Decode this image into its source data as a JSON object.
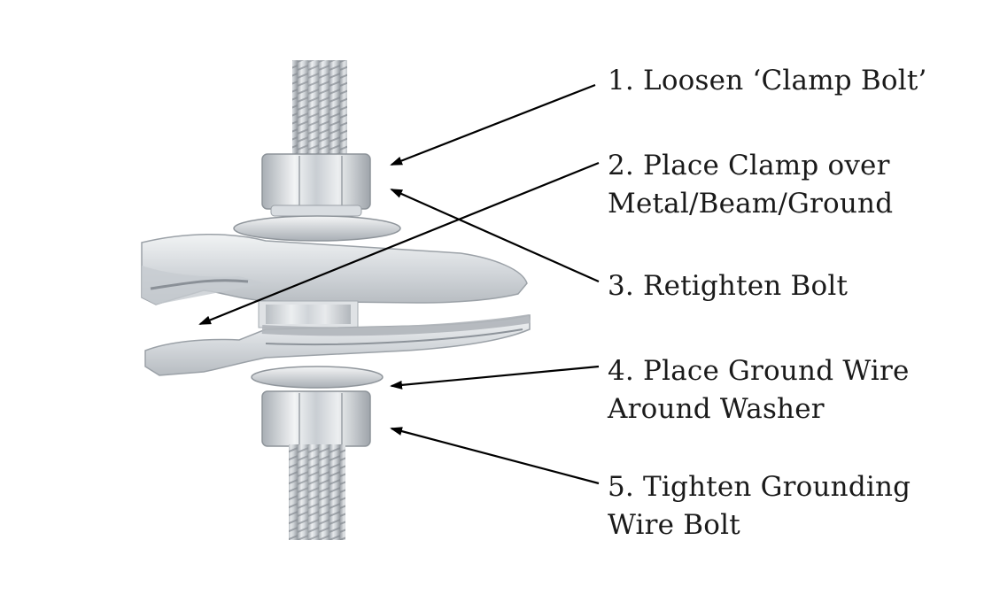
{
  "steps": [
    {
      "lines": [
        "1. Loosen ‘Clamp Bolt’"
      ]
    },
    {
      "lines": [
        "2. Place Clamp over",
        "Metal/Beam/Ground"
      ]
    },
    {
      "lines": [
        "3. Retighten Bolt"
      ]
    },
    {
      "lines": [
        "4. Place Ground Wire",
        "Around Washer"
      ]
    },
    {
      "lines": [
        "5. Tighten Grounding",
        "Wire Bolt"
      ]
    }
  ],
  "colors": {
    "text": "#1a1a1a",
    "arrow": "#000000",
    "metal_light": "#e6e9ec",
    "metal_mid": "#bfc4c9",
    "metal_dark": "#8a9097"
  },
  "image": {
    "subject": "ground-clamp-photo"
  }
}
